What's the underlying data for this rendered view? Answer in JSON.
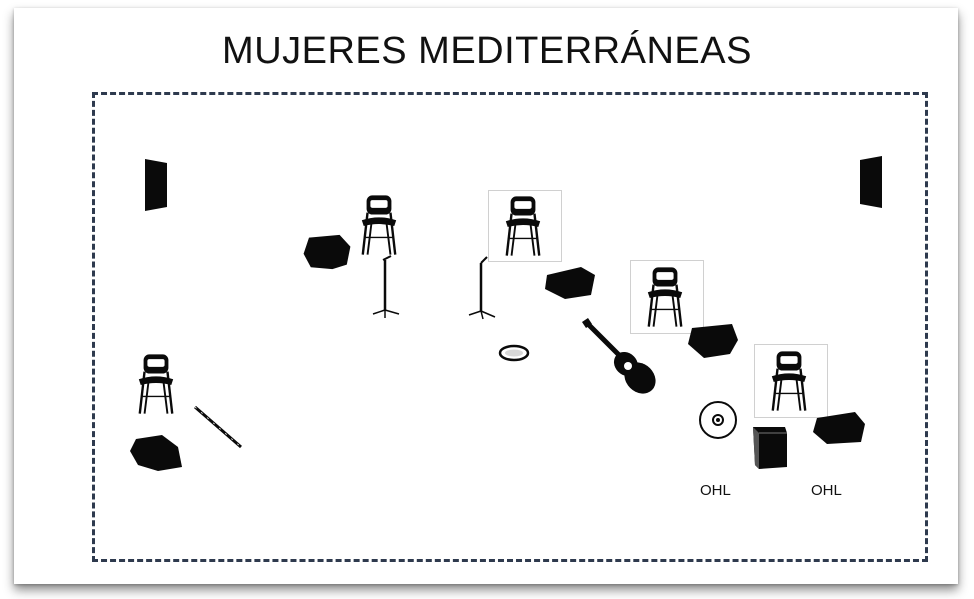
{
  "title": "MUJERES MEDITERRÁNEAS",
  "labels": {
    "ohl_left": "OHL",
    "ohl_right": "OHL"
  },
  "colors": {
    "ink": "#0a0a0a",
    "border": "#2e3a4e"
  }
}
